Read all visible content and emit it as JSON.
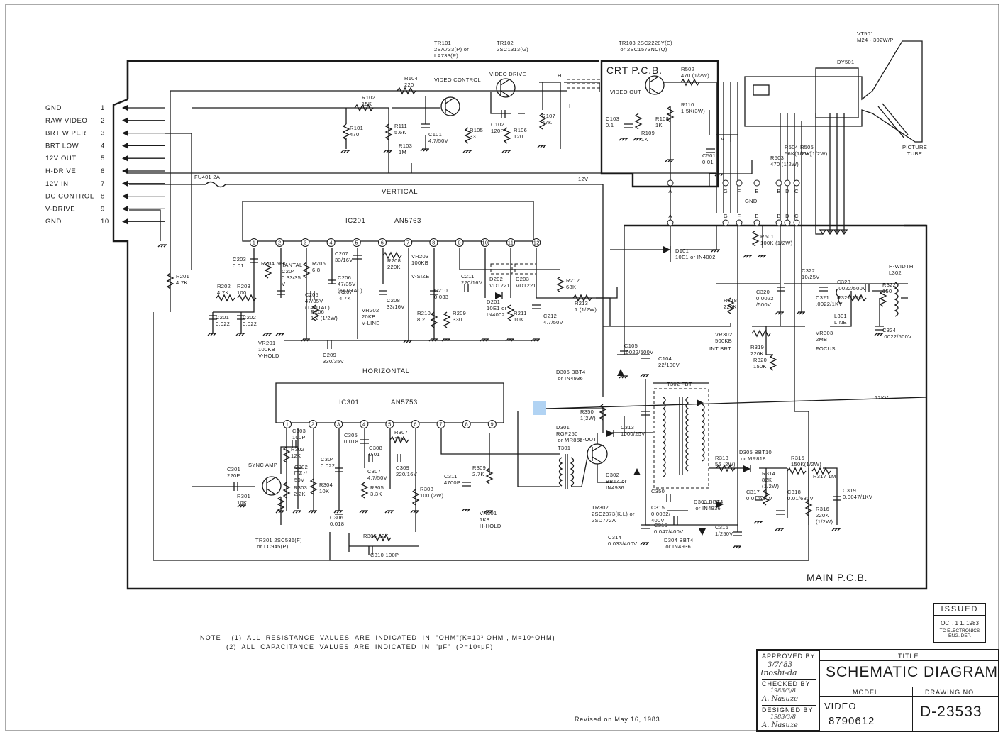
{
  "connector": {
    "pins": [
      {
        "name": "GND",
        "num": "1"
      },
      {
        "name": "RAW  VIDEO",
        "num": "2"
      },
      {
        "name": "BRT  WIPER",
        "num": "3"
      },
      {
        "name": "BRT   LOW",
        "num": "4"
      },
      {
        "name": "12V   OUT",
        "num": "5"
      },
      {
        "name": "H-DRIVE",
        "num": "6"
      },
      {
        "name": "12V    IN",
        "num": "7"
      },
      {
        "name": "DC  CONTROL",
        "num": "8"
      },
      {
        "name": "V-DRIVE",
        "num": "9"
      },
      {
        "name": "GND",
        "num": "10"
      }
    ]
  },
  "sections": {
    "vertical": "VERTICAL",
    "horizontal": "HORIZONTAL",
    "crt_pcb": "CRT P.C.B.",
    "main_pcb": "MAIN  P.C.B.",
    "picture_tube": "PICTURE\nTUBE",
    "twelve_v": "12V",
    "twelve_kv": "12KV"
  },
  "ics": {
    "ic201": {
      "ref": "IC201",
      "part": "AN5763",
      "pins": [
        "1",
        "2",
        "3",
        "4",
        "5",
        "6",
        "7",
        "8",
        "9",
        "10",
        "11",
        "12"
      ]
    },
    "ic301": {
      "ref": "IC301",
      "part": "AN5753",
      "pins": [
        "1",
        "2",
        "3",
        "4",
        "5",
        "6",
        "7",
        "8",
        "9"
      ]
    }
  },
  "components": [
    {
      "id": "tr101",
      "text": "TR101\n2SA733(P)  or\nLA733(P)"
    },
    {
      "id": "tr102",
      "text": "TR102\n2SC1313(G)"
    },
    {
      "id": "tr103",
      "text": "TR103  2SC2228Y(E)\n   or  2SC1573NC(Q)"
    },
    {
      "id": "vt501",
      "text": "VT501\nM24 - 302W/P"
    },
    {
      "id": "dy501",
      "text": "DY501"
    },
    {
      "id": "r104",
      "text": "R104\n220"
    },
    {
      "id": "video-control",
      "text": "VIDEO  CONTROL"
    },
    {
      "id": "video-drive",
      "text": "VIDEO  DRIVE"
    },
    {
      "id": "r102",
      "text": "R102\n15K"
    },
    {
      "id": "r101",
      "text": "R101\n470"
    },
    {
      "id": "r111",
      "text": "R111\n5.6K"
    },
    {
      "id": "r103",
      "text": "R103\n1M"
    },
    {
      "id": "c101",
      "text": "C101\n4.7/50V"
    },
    {
      "id": "r105",
      "text": "R105\n33"
    },
    {
      "id": "c102",
      "text": "C102\n120P"
    },
    {
      "id": "r106",
      "text": "R106\n120"
    },
    {
      "id": "r107",
      "text": "R107\n47K"
    },
    {
      "id": "r502",
      "text": "R502\n470 (1/2W)"
    },
    {
      "id": "video-out",
      "text": "VIDEO  OUT"
    },
    {
      "id": "c103",
      "text": "C103\n0.1"
    },
    {
      "id": "r108",
      "text": "R108\n1K"
    },
    {
      "id": "r109",
      "text": "R109\n1K"
    },
    {
      "id": "r110",
      "text": "R110\n1.5K(3W)"
    },
    {
      "id": "c501",
      "text": "C501\n0.01"
    },
    {
      "id": "r503",
      "text": "R503\n470 (1/2W)"
    },
    {
      "id": "r504",
      "text": "R504\n56K(1/2W)"
    },
    {
      "id": "r505",
      "text": "R505\n56K(1/2W)"
    },
    {
      "id": "gnd",
      "text": "GND"
    },
    {
      "id": "fu401",
      "text": "FU401   2A"
    },
    {
      "id": "r201",
      "text": "R201\n4.7K"
    },
    {
      "id": "c203",
      "text": "C203\n0.01"
    },
    {
      "id": "r204",
      "text": "R204  56K"
    },
    {
      "id": "c204",
      "text": "TANTAL\nC204\n0.33/35\nV"
    },
    {
      "id": "r205",
      "text": "R205\n6.8"
    },
    {
      "id": "c207",
      "text": "C207\n33/16V"
    },
    {
      "id": "c206",
      "text": "C206\n47/35V\n(TANTAL)"
    },
    {
      "id": "r202",
      "text": "R202\n4.7K"
    },
    {
      "id": "r203",
      "text": "R203\n100"
    },
    {
      "id": "c201",
      "text": "C201\n0.022"
    },
    {
      "id": "c202",
      "text": "C202\n0.022"
    },
    {
      "id": "vr201",
      "text": "VR201\n100KB\nV-HOLD"
    },
    {
      "id": "c205",
      "text": "C205\n47/35V\n(TANTAL)"
    },
    {
      "id": "r206",
      "text": "R206\n1.2 (1/2W)"
    },
    {
      "id": "r207",
      "text": "R207\n4.7K"
    },
    {
      "id": "vr202",
      "text": "VR202\n20KB\nV-LINE"
    },
    {
      "id": "c208",
      "text": "C208\n33/16V"
    },
    {
      "id": "c209",
      "text": "C209\n330/35V"
    },
    {
      "id": "r208",
      "text": "R208\n220K"
    },
    {
      "id": "vr203",
      "text": "VR203\n100KB"
    },
    {
      "id": "v-size",
      "text": "V-SIZE"
    },
    {
      "id": "c210",
      "text": "C210\n0.033"
    },
    {
      "id": "r210",
      "text": "R210\n8.2"
    },
    {
      "id": "r209",
      "text": "R209\n330"
    },
    {
      "id": "c211",
      "text": "C211\n220/16V"
    },
    {
      "id": "d202",
      "text": "D202\nVD1221"
    },
    {
      "id": "d203",
      "text": "D203\nVD1221"
    },
    {
      "id": "d201",
      "text": "D201\n10E1  or\nIN4002"
    },
    {
      "id": "r211",
      "text": "R211\n10K"
    },
    {
      "id": "c212",
      "text": "C212\n4.7/50V"
    },
    {
      "id": "r212",
      "text": "R212\n68K"
    },
    {
      "id": "r213",
      "text": "R213\n1 (1/2W)"
    },
    {
      "id": "d101",
      "text": "D101\n10E1  or  IN4002"
    },
    {
      "id": "r501",
      "text": "R501\n100K (1/2W)"
    },
    {
      "id": "c322",
      "text": "C322\n10/25V"
    },
    {
      "id": "c323",
      "text": "C323\n.0022/500V"
    },
    {
      "id": "h-width",
      "text": "H-WIDTH\nL302"
    },
    {
      "id": "r322",
      "text": "R322\n150"
    },
    {
      "id": "r318",
      "text": "R318\n220K"
    },
    {
      "id": "c320",
      "text": "C320\n0.0022\n/500V"
    },
    {
      "id": "c321",
      "text": "C321\n.0022/1KV"
    },
    {
      "id": "r321",
      "text": "R321 150"
    },
    {
      "id": "l301",
      "text": "L301\nLINE"
    },
    {
      "id": "vr302",
      "text": "VR302\n500KB"
    },
    {
      "id": "int-brt",
      "text": "INT BRT"
    },
    {
      "id": "r319",
      "text": "R319\n220K"
    },
    {
      "id": "r320",
      "text": "R320\n150K"
    },
    {
      "id": "vr303",
      "text": "VR303\n2MB"
    },
    {
      "id": "focus",
      "text": "FOCUS"
    },
    {
      "id": "c324",
      "text": "C324\n.0022/500V"
    },
    {
      "id": "c105",
      "text": "C105\n.0022/500V"
    },
    {
      "id": "c104",
      "text": "C104\n22/100V"
    },
    {
      "id": "d306",
      "text": "D306  BBT4\n or  IN4936"
    },
    {
      "id": "t302",
      "text": "T302   FBT"
    },
    {
      "id": "r350",
      "text": "R350\n1(2W)"
    },
    {
      "id": "d301",
      "text": "D301\nRGP250\n or  MR852"
    },
    {
      "id": "h-out",
      "text": "H-OUT"
    },
    {
      "id": "c313",
      "text": "C313\n1000/25V"
    },
    {
      "id": "t301",
      "text": "T301"
    },
    {
      "id": "d302",
      "text": "D302\nBBT4  or\nIN4936"
    },
    {
      "id": "tr302",
      "text": "TR302\n2SC2373(K,L) or\n2SD772A"
    },
    {
      "id": "c350",
      "text": "C350"
    },
    {
      "id": "c314",
      "text": "C314\n0.033/400V"
    },
    {
      "id": "c315",
      "text": "C315\n0.0082/\n400V"
    },
    {
      "id": "c315b",
      "text": "C315\n0.047/400V"
    },
    {
      "id": "d303",
      "text": "D303 BBT4\n or  IN4936"
    },
    {
      "id": "d304",
      "text": "D304  BBT4\n or  IN4936"
    },
    {
      "id": "c316",
      "text": "C316\n1/250V"
    },
    {
      "id": "c317",
      "text": "C317\n0.01/630V"
    },
    {
      "id": "r313",
      "text": "R313\n56 (2W)"
    },
    {
      "id": "d305",
      "text": "D305  BBT10\n or  MR818"
    },
    {
      "id": "r315",
      "text": "R315\n150K(1/2W)"
    },
    {
      "id": "r317",
      "text": "R317  1M"
    },
    {
      "id": "r314",
      "text": "R314\n82K\n(1/2W)"
    },
    {
      "id": "c318",
      "text": "C318\n0.01/630V"
    },
    {
      "id": "r316",
      "text": "R316\n220K\n(1/2W)"
    },
    {
      "id": "c319",
      "text": "C319\n0.0047/1KV"
    },
    {
      "id": "c301",
      "text": "C301\n220P"
    },
    {
      "id": "sync-amp",
      "text": "SYNC  AMP"
    },
    {
      "id": "r301",
      "text": "R301\n10K"
    },
    {
      "id": "tr301",
      "text": "TR301   2SC536(F)\n   or   LC945(P)"
    },
    {
      "id": "c303",
      "text": "C303\n100P"
    },
    {
      "id": "r302",
      "text": "R302\n12K"
    },
    {
      "id": "c302",
      "text": "C302\n0.47/\n50V"
    },
    {
      "id": "r303",
      "text": "R303\n2.2K"
    },
    {
      "id": "c304",
      "text": "C304\n0.022"
    },
    {
      "id": "r304",
      "text": "R304\n10K"
    },
    {
      "id": "c306",
      "text": "C306\n0.018"
    },
    {
      "id": "c305",
      "text": "C305\n0.018"
    },
    {
      "id": "c308",
      "text": "C308\n0.01"
    },
    {
      "id": "c307",
      "text": "C307\n4.7/50V"
    },
    {
      "id": "r305",
      "text": "R305\n3.3K"
    },
    {
      "id": "r307",
      "text": "R307\n15K"
    },
    {
      "id": "c309",
      "text": "C309\n220/16V"
    },
    {
      "id": "r308",
      "text": "R308\n100 (2W)"
    },
    {
      "id": "c311",
      "text": "C311\n4700P"
    },
    {
      "id": "r309",
      "text": "R309\n2.7K"
    },
    {
      "id": "vr301",
      "text": "VR301\n1K8\nH-HOLD"
    },
    {
      "id": "r306",
      "text": "R306  22K"
    },
    {
      "id": "c310",
      "text": "C310  100P"
    }
  ],
  "node_letters": {
    "top_row": [
      "A",
      "G",
      "F",
      "E",
      "B",
      "D",
      "C"
    ],
    "bottom_row": [
      "A",
      "G",
      "F",
      "E",
      "B",
      "D",
      "C"
    ],
    "crt_pins": [
      "H",
      "I",
      "V"
    ]
  },
  "note": {
    "label": "NOTE",
    "line1": "(1)  ALL  RESISTANCE  VALUES  ARE  INDICATED  IN  \"OHM\"(K=10³ OHM , M=10⁶OHM)",
    "line2": "(2)  ALL  CAPACITANCE  VALUES  ARE  INDICATED  IN  \"μF\"  (P=10⁶μF)"
  },
  "revised": "Revised  on  May 16, 1983",
  "issued": {
    "label": "ISSUED",
    "date": "OCT. 1 1. 1983",
    "dept": "TC ELECTRONICS\nENG. DEP."
  },
  "title_block": {
    "approved_by_label": "APPROVED  BY",
    "approved_date": "3/7/'83",
    "approved_sig": "Inoshi-da",
    "checked_by_label": "CHECKED  BY",
    "checked_date": "1983/3/8",
    "checked_sig": "A. Nasuze",
    "designed_by_label": "DESIGNED  BY",
    "designed_date": "1983/3/8",
    "designed_sig": "A. Nasuze",
    "title_label": "TITLE",
    "title": "SCHEMATIC  DIAGRAM",
    "model_label": "MODEL",
    "model_line1": "VIDEO",
    "model_line2": "8790612",
    "drawing_no_label": "DRAWING  NO.",
    "drawing_no": "D-23533"
  }
}
